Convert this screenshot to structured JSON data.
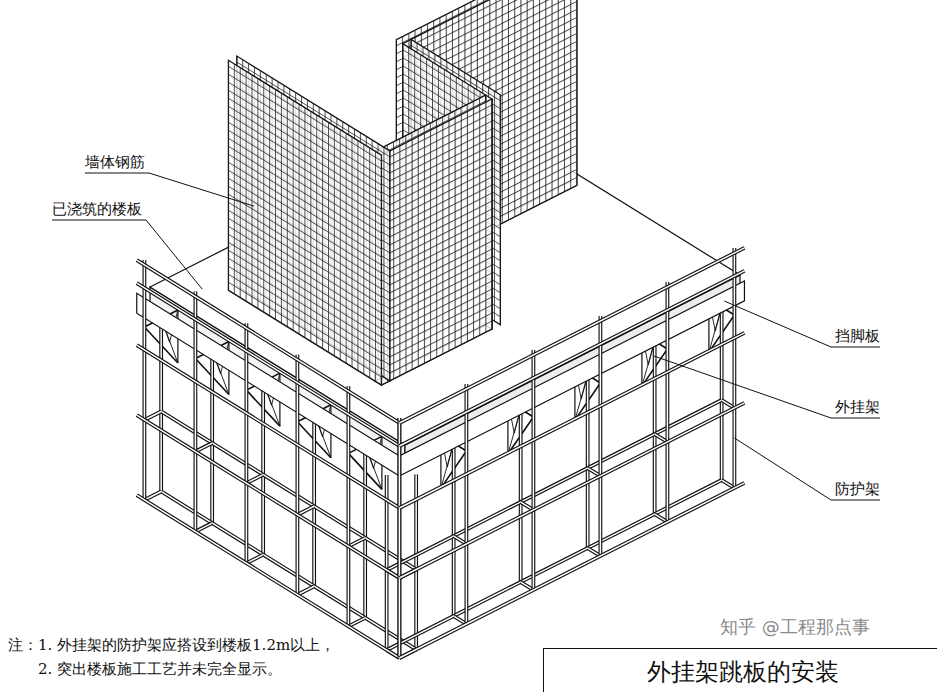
{
  "diagram": {
    "title": "外挂架跳板的安装",
    "labels": [
      "墙体钢筋",
      "已浇筑的楼板",
      "挡脚板",
      "外挂架",
      "防护架",
      "注：1. 外挂架的防护架应搭设到楼板1.2m以上，",
      "2. 突出楼板施工工艺并未完全显示。",
      "知乎 @工程那点事"
    ]
  }
}
